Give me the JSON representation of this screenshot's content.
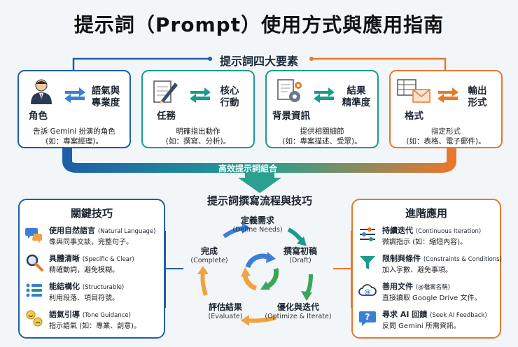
{
  "title": "提示詞（Prompt）使用方式與應用指南",
  "elements_section": {
    "title": "提示詞四大要素",
    "cards": [
      {
        "name": "角色",
        "label_line1": "語氣與",
        "label_line2": "專業度",
        "desc_line1": "告訴 Gemini 扮演的角色",
        "desc_line2": "(如：專案經理)。",
        "color": "#1f5fa8"
      },
      {
        "name": "任務",
        "label_line1": "核心",
        "label_line2": "行動",
        "desc_line1": "明確指出動作",
        "desc_line2": "(如：撰寫、分析)。",
        "color": "#1a9c8c"
      },
      {
        "name": "背景資訊",
        "label_line1": "結果",
        "label_line2": "精準度",
        "desc_line1": "提供相關細節",
        "desc_line2": "(如：專案描述、受眾)。",
        "color": "#1a9c8c"
      },
      {
        "name": "格式",
        "label_line1": "輸出",
        "label_line2": "形式",
        "desc_line1": "指定形式",
        "desc_line2": "(如：表格、電子郵件)。",
        "color": "#e8782c"
      }
    ],
    "combine_label": "高效提示詞組合"
  },
  "key_skills": {
    "title": "關鍵技巧",
    "items": [
      {
        "title": "使用自然語言",
        "en": "(Natural Language)",
        "desc": "像與同事交談，完整句子。"
      },
      {
        "title": "具體清晰",
        "en": "(Specific & Clear)",
        "desc": "精確動詞，避免模糊。"
      },
      {
        "title": "能結構化",
        "en": "(Structurable)",
        "desc": "利用段落、項目符號。"
      },
      {
        "title": "語氣引導",
        "en": "(Tone Guidance)",
        "desc": "指示語氣 (如：專業、創意)。"
      }
    ]
  },
  "process": {
    "title": "提示詞撰寫流程與技巧",
    "steps": [
      {
        "zh": "定義需求",
        "en": "(Define Needs)"
      },
      {
        "zh": "撰寫初稿",
        "en": "(Draft)"
      },
      {
        "zh": "優化與迭代",
        "en": "(Optimize & Iterate)"
      },
      {
        "zh": "評估結果",
        "en": "(Evaluate)"
      },
      {
        "zh": "完成",
        "en": "(Complete)"
      }
    ]
  },
  "advanced": {
    "title": "進階應用",
    "items": [
      {
        "title": "持續迭代",
        "en": "(Continuous Iteration)",
        "desc": "微調指示 (如：縮短內容)。"
      },
      {
        "title": "限制與條件",
        "en": "(Constraints & Conditions)",
        "desc": "加入字數、避免事項。"
      },
      {
        "title": "善用文件",
        "en": "(@檔案名稱)",
        "desc": "直接讀取 Google Drive 文件。"
      },
      {
        "title": "尋求 AI 回饋",
        "en": "(Seek AI Feedback)",
        "desc": "反問 Gemini 所需資訊。"
      }
    ]
  },
  "colors": {
    "blue": "#1f5fa8",
    "teal": "#1a9c8c",
    "orange": "#e8782c",
    "green": "#3aa65a"
  }
}
